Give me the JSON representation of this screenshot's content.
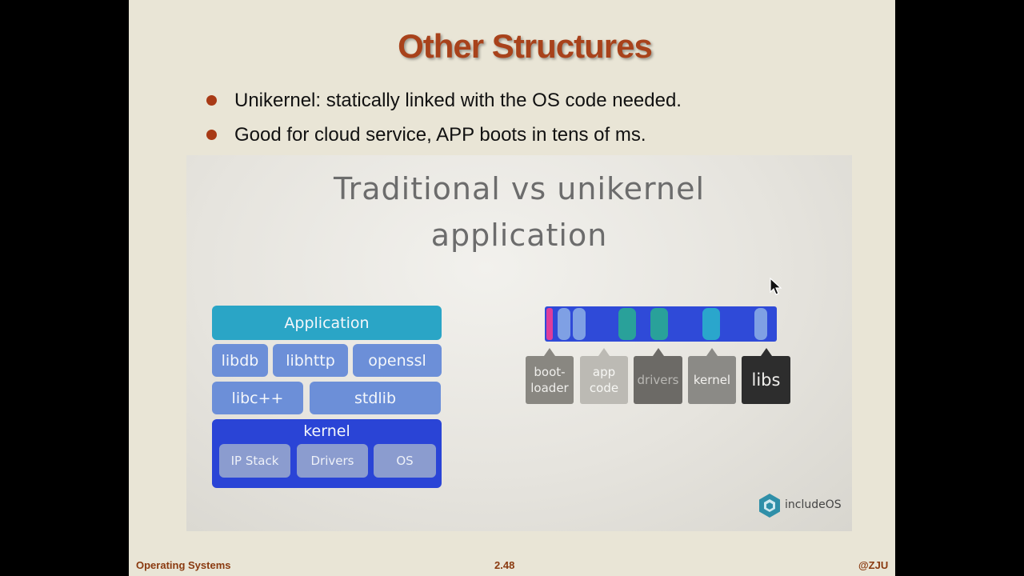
{
  "slide": {
    "title": "Other Structures",
    "bullets": [
      "Unikernel: statically linked with the OS code needed.",
      "Good for cloud service, APP boots in tens of ms."
    ]
  },
  "figure": {
    "title_line1": "Traditional vs unikernel",
    "title_line2": "application",
    "stack": {
      "application": "Application",
      "row1": [
        "libdb",
        "libhttp",
        "openssl"
      ],
      "row2": [
        "libc++",
        "stdlib"
      ],
      "kernel": "kernel",
      "kernel_components": [
        "IP Stack",
        "Drivers",
        "OS"
      ]
    },
    "unikernel_labels": [
      "boot-\nloader",
      "app\ncode",
      "drivers",
      "kernel",
      "libs"
    ],
    "logo_text": "includeOS"
  },
  "footer": {
    "left": "Operating Systems",
    "center": "2.48",
    "right": "@ZJU"
  },
  "colors": {
    "title": "#a8421b",
    "bullet": "#a83a16",
    "application": "#2aa5c6",
    "library": "#6c8fd8",
    "kernel": "#2a44d6",
    "unikernel_bar": "#2f4ad8",
    "boot_segment": "#dd3d9a",
    "driver_segment": "#29a19a"
  }
}
